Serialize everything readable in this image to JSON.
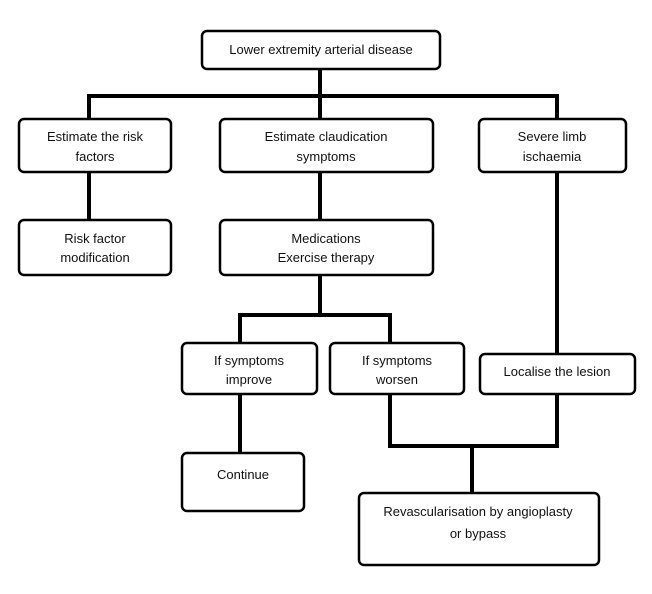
{
  "flowchart": {
    "root": {
      "line1": "Lower extremity arterial disease"
    },
    "risk_factors": {
      "line1": "Estimate the risk",
      "line2": "factors"
    },
    "claudication": {
      "line1": "Estimate claudication",
      "line2": "symptoms"
    },
    "severe_ischaemia": {
      "line1": "Severe limb",
      "line2": "ischaemia"
    },
    "risk_modification": {
      "line1": "Risk factor",
      "line2": "modification"
    },
    "medications": {
      "line1": "Medications",
      "line2": "Exercise therapy"
    },
    "improve": {
      "line1": "If symptoms",
      "line2": "improve"
    },
    "worsen": {
      "line1": "If symptoms",
      "line2": "worsen"
    },
    "localise": {
      "line1": "Localise the lesion"
    },
    "continue": {
      "line1": "Continue"
    },
    "revascularisation": {
      "line1": "Revascularisation by angioplasty",
      "line2": "or bypass"
    }
  },
  "colors": {
    "line": "#000000",
    "box_fill": "#ffffff",
    "text": "#111111"
  }
}
